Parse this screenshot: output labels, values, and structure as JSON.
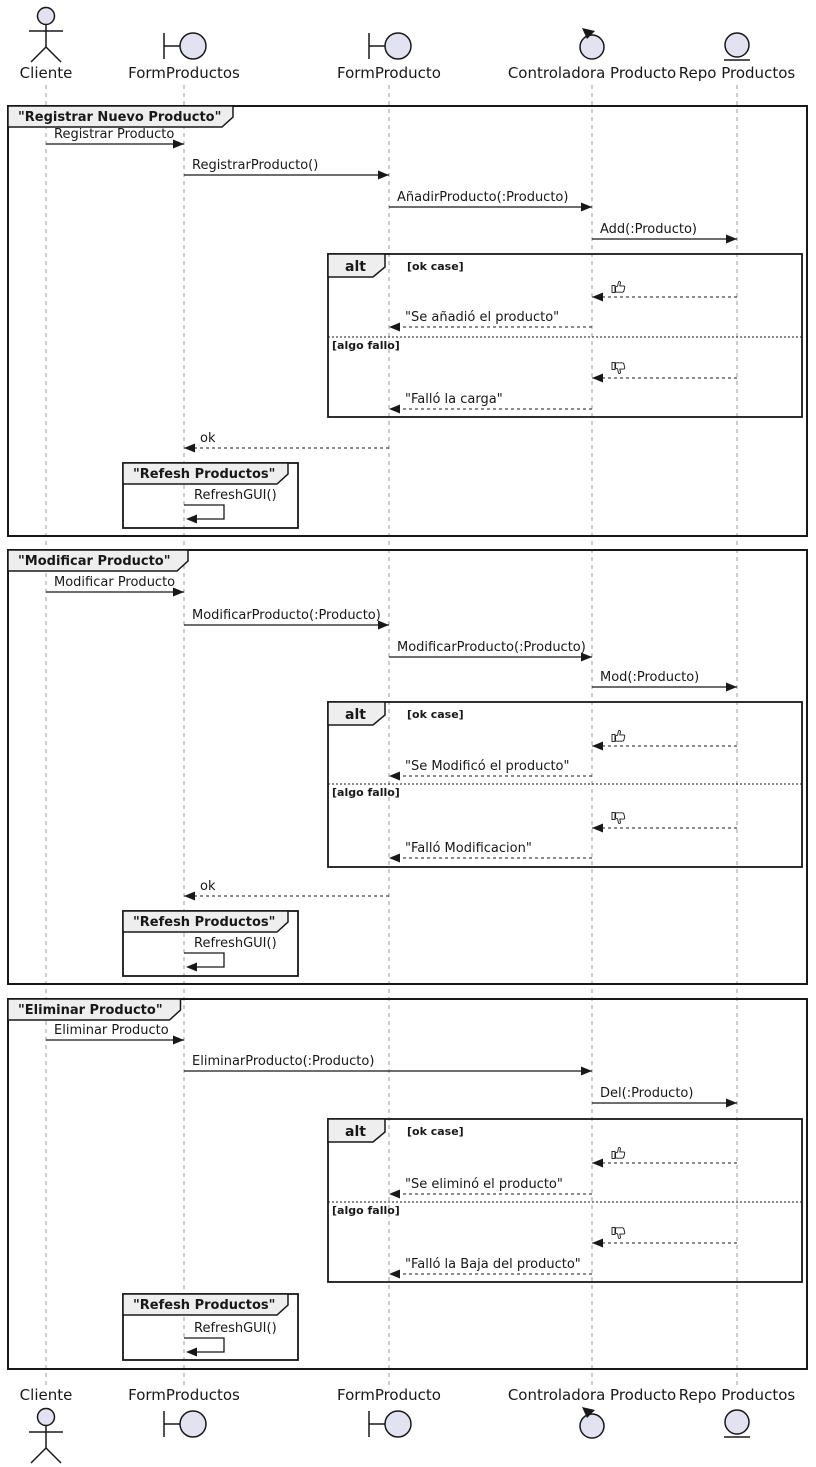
{
  "colors": {
    "line": "#181818",
    "lifeline": "#9a9a9a",
    "participant_fill": "#E2E2F0",
    "frame_header_fill": "#EEEEEE",
    "background": "#FFFFFF"
  },
  "participants": [
    {
      "id": "cliente",
      "label": "Cliente",
      "icon": "actor-icon"
    },
    {
      "id": "formproductos",
      "label": "FormProductos",
      "icon": "boundary-icon"
    },
    {
      "id": "formproducto",
      "label": "FormProducto",
      "icon": "boundary-icon"
    },
    {
      "id": "controladora",
      "label": "Controladora Producto",
      "icon": "control-icon"
    },
    {
      "id": "repo",
      "label": "Repo Productos",
      "icon": "entity-icon"
    }
  ],
  "groups": [
    {
      "title": "\"Registrar Nuevo Producto\"",
      "alt_label": "alt",
      "guard_ok": "[ok case]",
      "guard_fail": "[algo fallo]",
      "messages": [
        {
          "label": "Registrar Producto",
          "from": "cliente",
          "to": "formproductos",
          "style": "solid"
        },
        {
          "label": "RegistrarProducto()",
          "from": "formproductos",
          "to": "formproducto",
          "style": "solid"
        },
        {
          "label": "AñadirProducto(:Producto)",
          "from": "formproducto",
          "to": "controladora",
          "style": "solid"
        },
        {
          "label": "Add(:Producto)",
          "from": "controladora",
          "to": "repo",
          "style": "solid"
        },
        {
          "label": "",
          "icon": "thumbs-up-icon",
          "from": "repo",
          "to": "controladora",
          "style": "dashed"
        },
        {
          "label": "\"Se añadió el producto\"",
          "from": "controladora",
          "to": "formproducto",
          "style": "dashed"
        },
        {
          "label": "",
          "icon": "thumbs-down-icon",
          "from": "repo",
          "to": "controladora",
          "style": "dashed"
        },
        {
          "label": "\"Falló la carga\"",
          "from": "controladora",
          "to": "formproducto",
          "style": "dashed"
        },
        {
          "label": "ok",
          "from": "formproducto",
          "to": "formproductos",
          "style": "dashed"
        }
      ],
      "subframe": {
        "title": "\"Refesh Productos\"",
        "message": "RefreshGUI()",
        "at": "formproductos"
      }
    },
    {
      "title": "\"Modificar Producto\"",
      "alt_label": "alt",
      "guard_ok": "[ok case]",
      "guard_fail": "[algo fallo]",
      "messages": [
        {
          "label": "Modificar Producto",
          "from": "cliente",
          "to": "formproductos",
          "style": "solid"
        },
        {
          "label": "ModificarProducto(:Producto)",
          "from": "formproductos",
          "to": "formproducto",
          "style": "solid"
        },
        {
          "label": "ModificarProducto(:Producto)",
          "from": "formproducto",
          "to": "controladora",
          "style": "solid"
        },
        {
          "label": "Mod(:Producto)",
          "from": "controladora",
          "to": "repo",
          "style": "solid"
        },
        {
          "label": "",
          "icon": "thumbs-up-icon",
          "from": "repo",
          "to": "controladora",
          "style": "dashed"
        },
        {
          "label": "\"Se Modificó el producto\"",
          "from": "controladora",
          "to": "formproducto",
          "style": "dashed"
        },
        {
          "label": "",
          "icon": "thumbs-down-icon",
          "from": "repo",
          "to": "controladora",
          "style": "dashed"
        },
        {
          "label": "\"Falló Modificacion\"",
          "from": "controladora",
          "to": "formproducto",
          "style": "dashed"
        },
        {
          "label": "ok",
          "from": "formproducto",
          "to": "formproductos",
          "style": "dashed"
        }
      ],
      "subframe": {
        "title": "\"Refesh Productos\"",
        "message": "RefreshGUI()",
        "at": "formproductos"
      }
    },
    {
      "title": "\"Eliminar Producto\"",
      "alt_label": "alt",
      "guard_ok": "[ok case]",
      "guard_fail": "[algo fallo]",
      "messages": [
        {
          "label": "Eliminar Producto",
          "from": "cliente",
          "to": "formproductos",
          "style": "solid"
        },
        {
          "label": "EliminarProducto(:Producto)",
          "from": "formproductos",
          "to": "controladora",
          "style": "solid"
        },
        {
          "label": "Del(:Producto)",
          "from": "controladora",
          "to": "repo",
          "style": "solid"
        },
        {
          "label": "",
          "icon": "thumbs-up-icon",
          "from": "repo",
          "to": "controladora",
          "style": "dashed"
        },
        {
          "label": "\"Se eliminó el producto\"",
          "from": "controladora",
          "to": "formproducto",
          "style": "dashed"
        },
        {
          "label": "",
          "icon": "thumbs-down-icon",
          "from": "repo",
          "to": "controladora",
          "style": "dashed"
        },
        {
          "label": "\"Falló la Baja del producto\"",
          "from": "controladora",
          "to": "formproducto",
          "style": "dashed"
        }
      ],
      "subframe": {
        "title": "\"Refesh Productos\"",
        "message": "RefreshGUI()",
        "at": "formproductos"
      }
    }
  ]
}
